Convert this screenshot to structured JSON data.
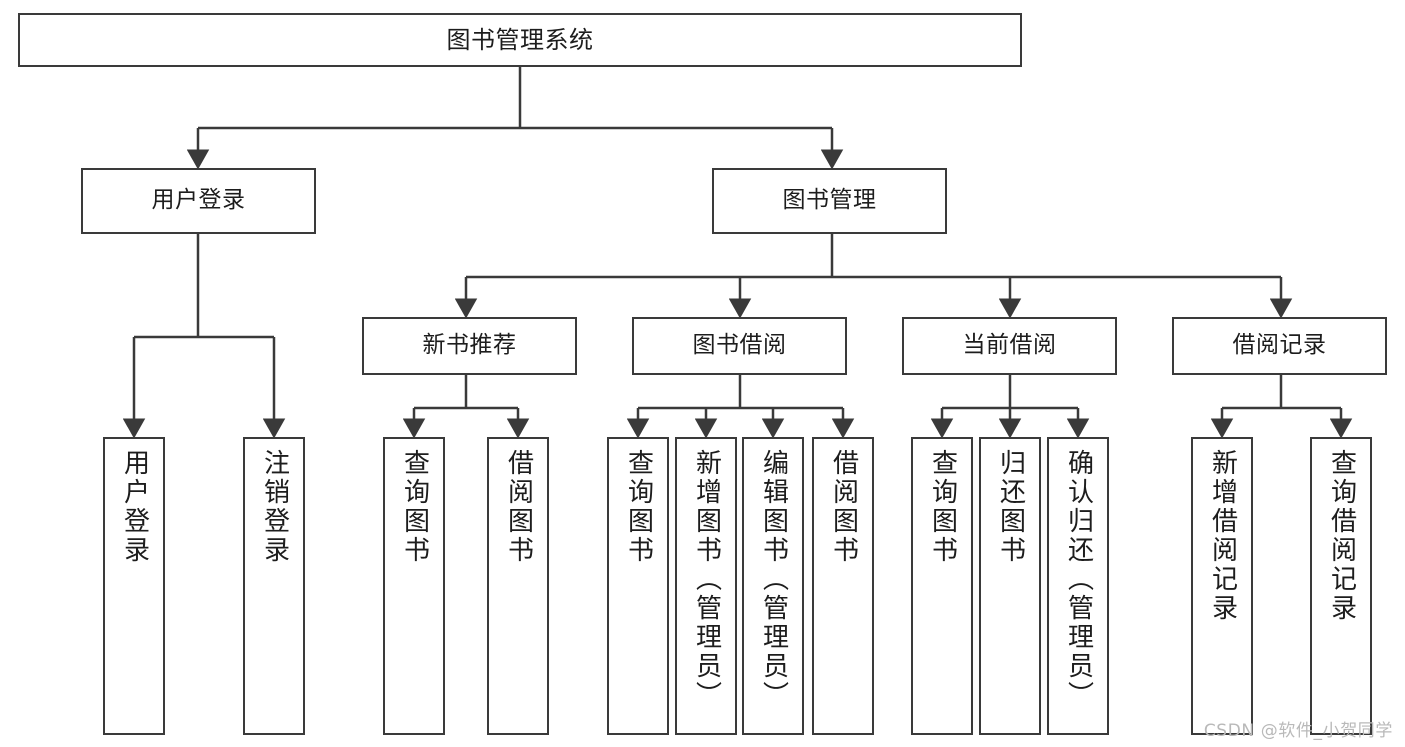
{
  "diagram": {
    "title": "图书管理系统",
    "watermark": "CSDN @软件_小贺同学",
    "stroke_color": "#3a3a3a",
    "fill_color": "#ffffff",
    "text_color": "#1d1d1d"
  },
  "nodes": {
    "root": {
      "label": "图书管理系统"
    },
    "level2": [
      {
        "label": "用户登录"
      },
      {
        "label": "图书管理"
      }
    ],
    "level3": [
      {
        "label": "新书推荐"
      },
      {
        "label": "图书借阅"
      },
      {
        "label": "当前借阅"
      },
      {
        "label": "借阅记录"
      }
    ],
    "leaves_user_login": [
      {
        "label": "用户登录"
      },
      {
        "label": "注销登录"
      }
    ],
    "leaves_new_book": [
      {
        "label": "查询图书"
      },
      {
        "label": "借阅图书"
      }
    ],
    "leaves_borrow": [
      {
        "label": "查询图书"
      },
      {
        "label": "新增图书（管理员）"
      },
      {
        "label": "编辑图书（管理员）"
      },
      {
        "label": "借阅图书"
      }
    ],
    "leaves_current": [
      {
        "label": "查询图书"
      },
      {
        "label": "归还图书"
      },
      {
        "label": "确认归还（管理员）"
      }
    ],
    "leaves_records": [
      {
        "label": "新增借阅记录"
      },
      {
        "label": "查询借阅记录"
      }
    ]
  }
}
